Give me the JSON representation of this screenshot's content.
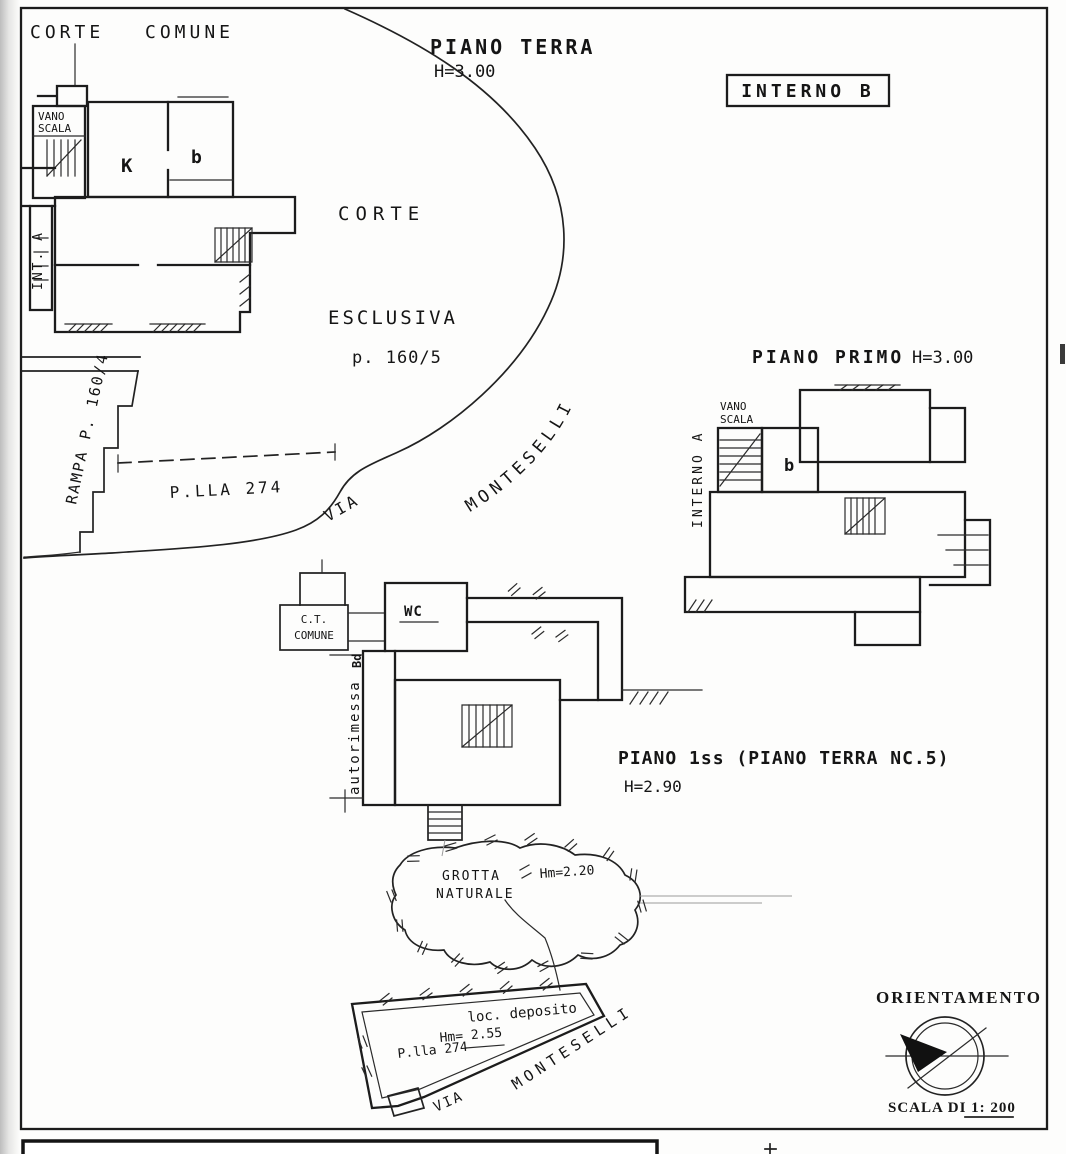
{
  "ground_floor": {
    "title": "PIANO TERRA",
    "height": "H=3.00",
    "corte": "CORTE",
    "comune": "COMUNE",
    "vano_line1": "VANO",
    "vano_line2": "SCALA",
    "room_k": "K",
    "room_b": "b",
    "int_a": "INT. A",
    "rampa": "RAMPA P. 160/4",
    "parcel_274": "P.LLA 274",
    "via": "VIA",
    "street": "MONTESELLI",
    "corte_esclusiva_line1": "CORTE",
    "corte_esclusiva_line2": "ESCLUSIVA",
    "parcel_160_5": "p. 160/5"
  },
  "badge": {
    "label": "INTERNO B"
  },
  "first_floor": {
    "title": "PIANO PRIMO",
    "height": "H=3.00",
    "vano_line1": "VANO",
    "vano_line2": "SCALA",
    "interno_a": "INTERNO A",
    "room_b": "b"
  },
  "basement": {
    "title": "PIANO 1ss (PIANO TERRA NC.5)",
    "height": "H=2.90",
    "ct_line1": "C.T.",
    "ct_line2": "COMUNE",
    "wc": "WC",
    "garage": "autorimessa",
    "garage_tag": "Bd"
  },
  "grotto": {
    "name_line1": "GROTTA",
    "name_line2": "NATURALE",
    "height": "Hm=2.20"
  },
  "deposit": {
    "name": "loc. deposito",
    "height": "Hm= 2.55",
    "parcel": "P.lla 274",
    "via": "VIA",
    "street": "MONTESELLI"
  },
  "orientation": {
    "title": "ORIENTAMENTO",
    "scale": "SCALA DI 1: 200"
  }
}
